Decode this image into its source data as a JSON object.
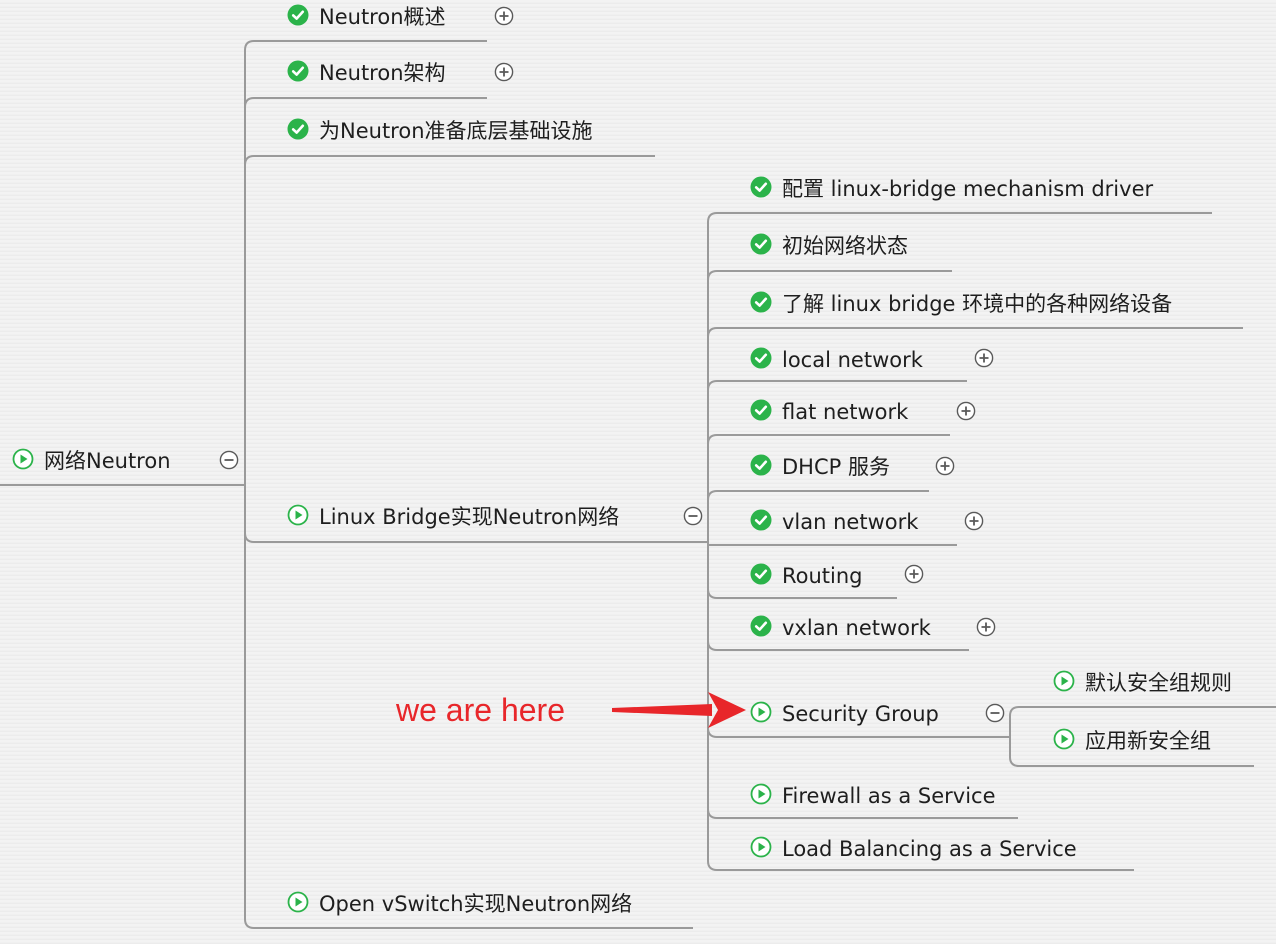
{
  "colors": {
    "line": "#9a9a9a",
    "done": "#2bb34a",
    "in_progress": "#2bb34a",
    "annotation": "#e8262a",
    "text": "#1e1e1e",
    "toggle": "#5a5a5a"
  },
  "root": {
    "label": "网络Neutron",
    "status": "in_progress",
    "toggle": "collapse"
  },
  "level1": [
    {
      "label": "Neutron概述",
      "status": "done",
      "toggle": "expand"
    },
    {
      "label": "Neutron架构",
      "status": "done",
      "toggle": "expand"
    },
    {
      "label": "为Neutron准备底层基础设施",
      "status": "done",
      "toggle": ""
    },
    {
      "label": "Linux Bridge实现Neutron网络",
      "status": "in_progress",
      "toggle": "collapse"
    },
    {
      "label": "Open vSwitch实现Neutron网络",
      "status": "in_progress",
      "toggle": ""
    }
  ],
  "linux_bridge_children": [
    {
      "label": "配置 linux-bridge mechanism driver",
      "status": "done",
      "toggle": ""
    },
    {
      "label": "初始网络状态",
      "status": "done",
      "toggle": ""
    },
    {
      "label": "了解 linux bridge 环境中的各种网络设备",
      "status": "done",
      "toggle": ""
    },
    {
      "label": "local network",
      "status": "done",
      "toggle": "expand"
    },
    {
      "label": "flat network",
      "status": "done",
      "toggle": "expand"
    },
    {
      "label": "DHCP 服务",
      "status": "done",
      "toggle": "expand"
    },
    {
      "label": "vlan network",
      "status": "done",
      "toggle": "expand"
    },
    {
      "label": "Routing",
      "status": "done",
      "toggle": "expand"
    },
    {
      "label": "vxlan network",
      "status": "done",
      "toggle": "expand"
    },
    {
      "label": "Security Group",
      "status": "in_progress",
      "toggle": "collapse"
    },
    {
      "label": "Firewall as a Service",
      "status": "in_progress",
      "toggle": ""
    },
    {
      "label": "Load Balancing as a Service",
      "status": "in_progress",
      "toggle": ""
    }
  ],
  "security_group_children": [
    {
      "label": "默认安全组规则",
      "status": "in_progress",
      "toggle": ""
    },
    {
      "label": "应用新安全组",
      "status": "in_progress",
      "toggle": ""
    }
  ],
  "annotation": {
    "text": "we are here"
  },
  "icons": {
    "done": "check-circle-icon",
    "in_progress": "play-circle-icon",
    "expand": "plus-circle-icon",
    "collapse": "minus-circle-icon",
    "pointer": "arrow-right-icon"
  }
}
